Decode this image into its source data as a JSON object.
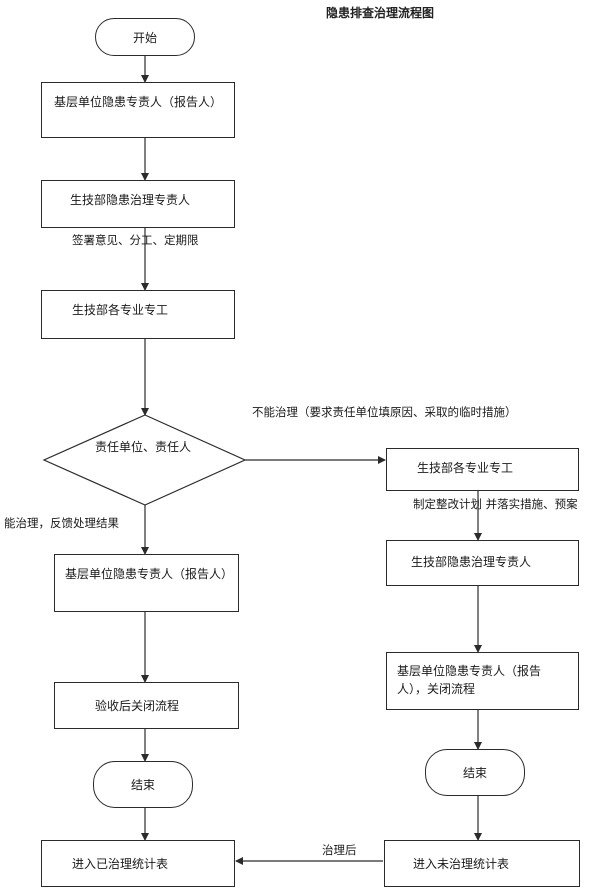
{
  "title": "隐患排查治理流程图",
  "nodes": {
    "start": "开始",
    "reporter": "基层单位隐患专责人（报告人）",
    "tech_manager": "生技部隐患治理专责人",
    "tech_engineer": "生技部各专业专工",
    "decision": "责任单位、责任人",
    "right_engineer": "生技部各专业专工",
    "right_manager": "生技部隐患治理专责人",
    "right_reporter": "基层单位隐患专责人（报告人），关闭流程",
    "left_reporter": "基层单位隐患专责人（报告人）",
    "left_close": "验收后关闭流程",
    "left_end": "结束",
    "right_end": "结束",
    "left_stat": "进入已治理统计表",
    "right_stat": "进入未治理统计表"
  },
  "edge_labels": {
    "sign": "签署意见、分工、定期限",
    "cannot": "不能治理（要求责任单位填原因、采取的临时措施）",
    "can": "能治理，反馈处理结果",
    "plan": "制定整改计划 并落实措施、预案",
    "after": "治理后"
  }
}
